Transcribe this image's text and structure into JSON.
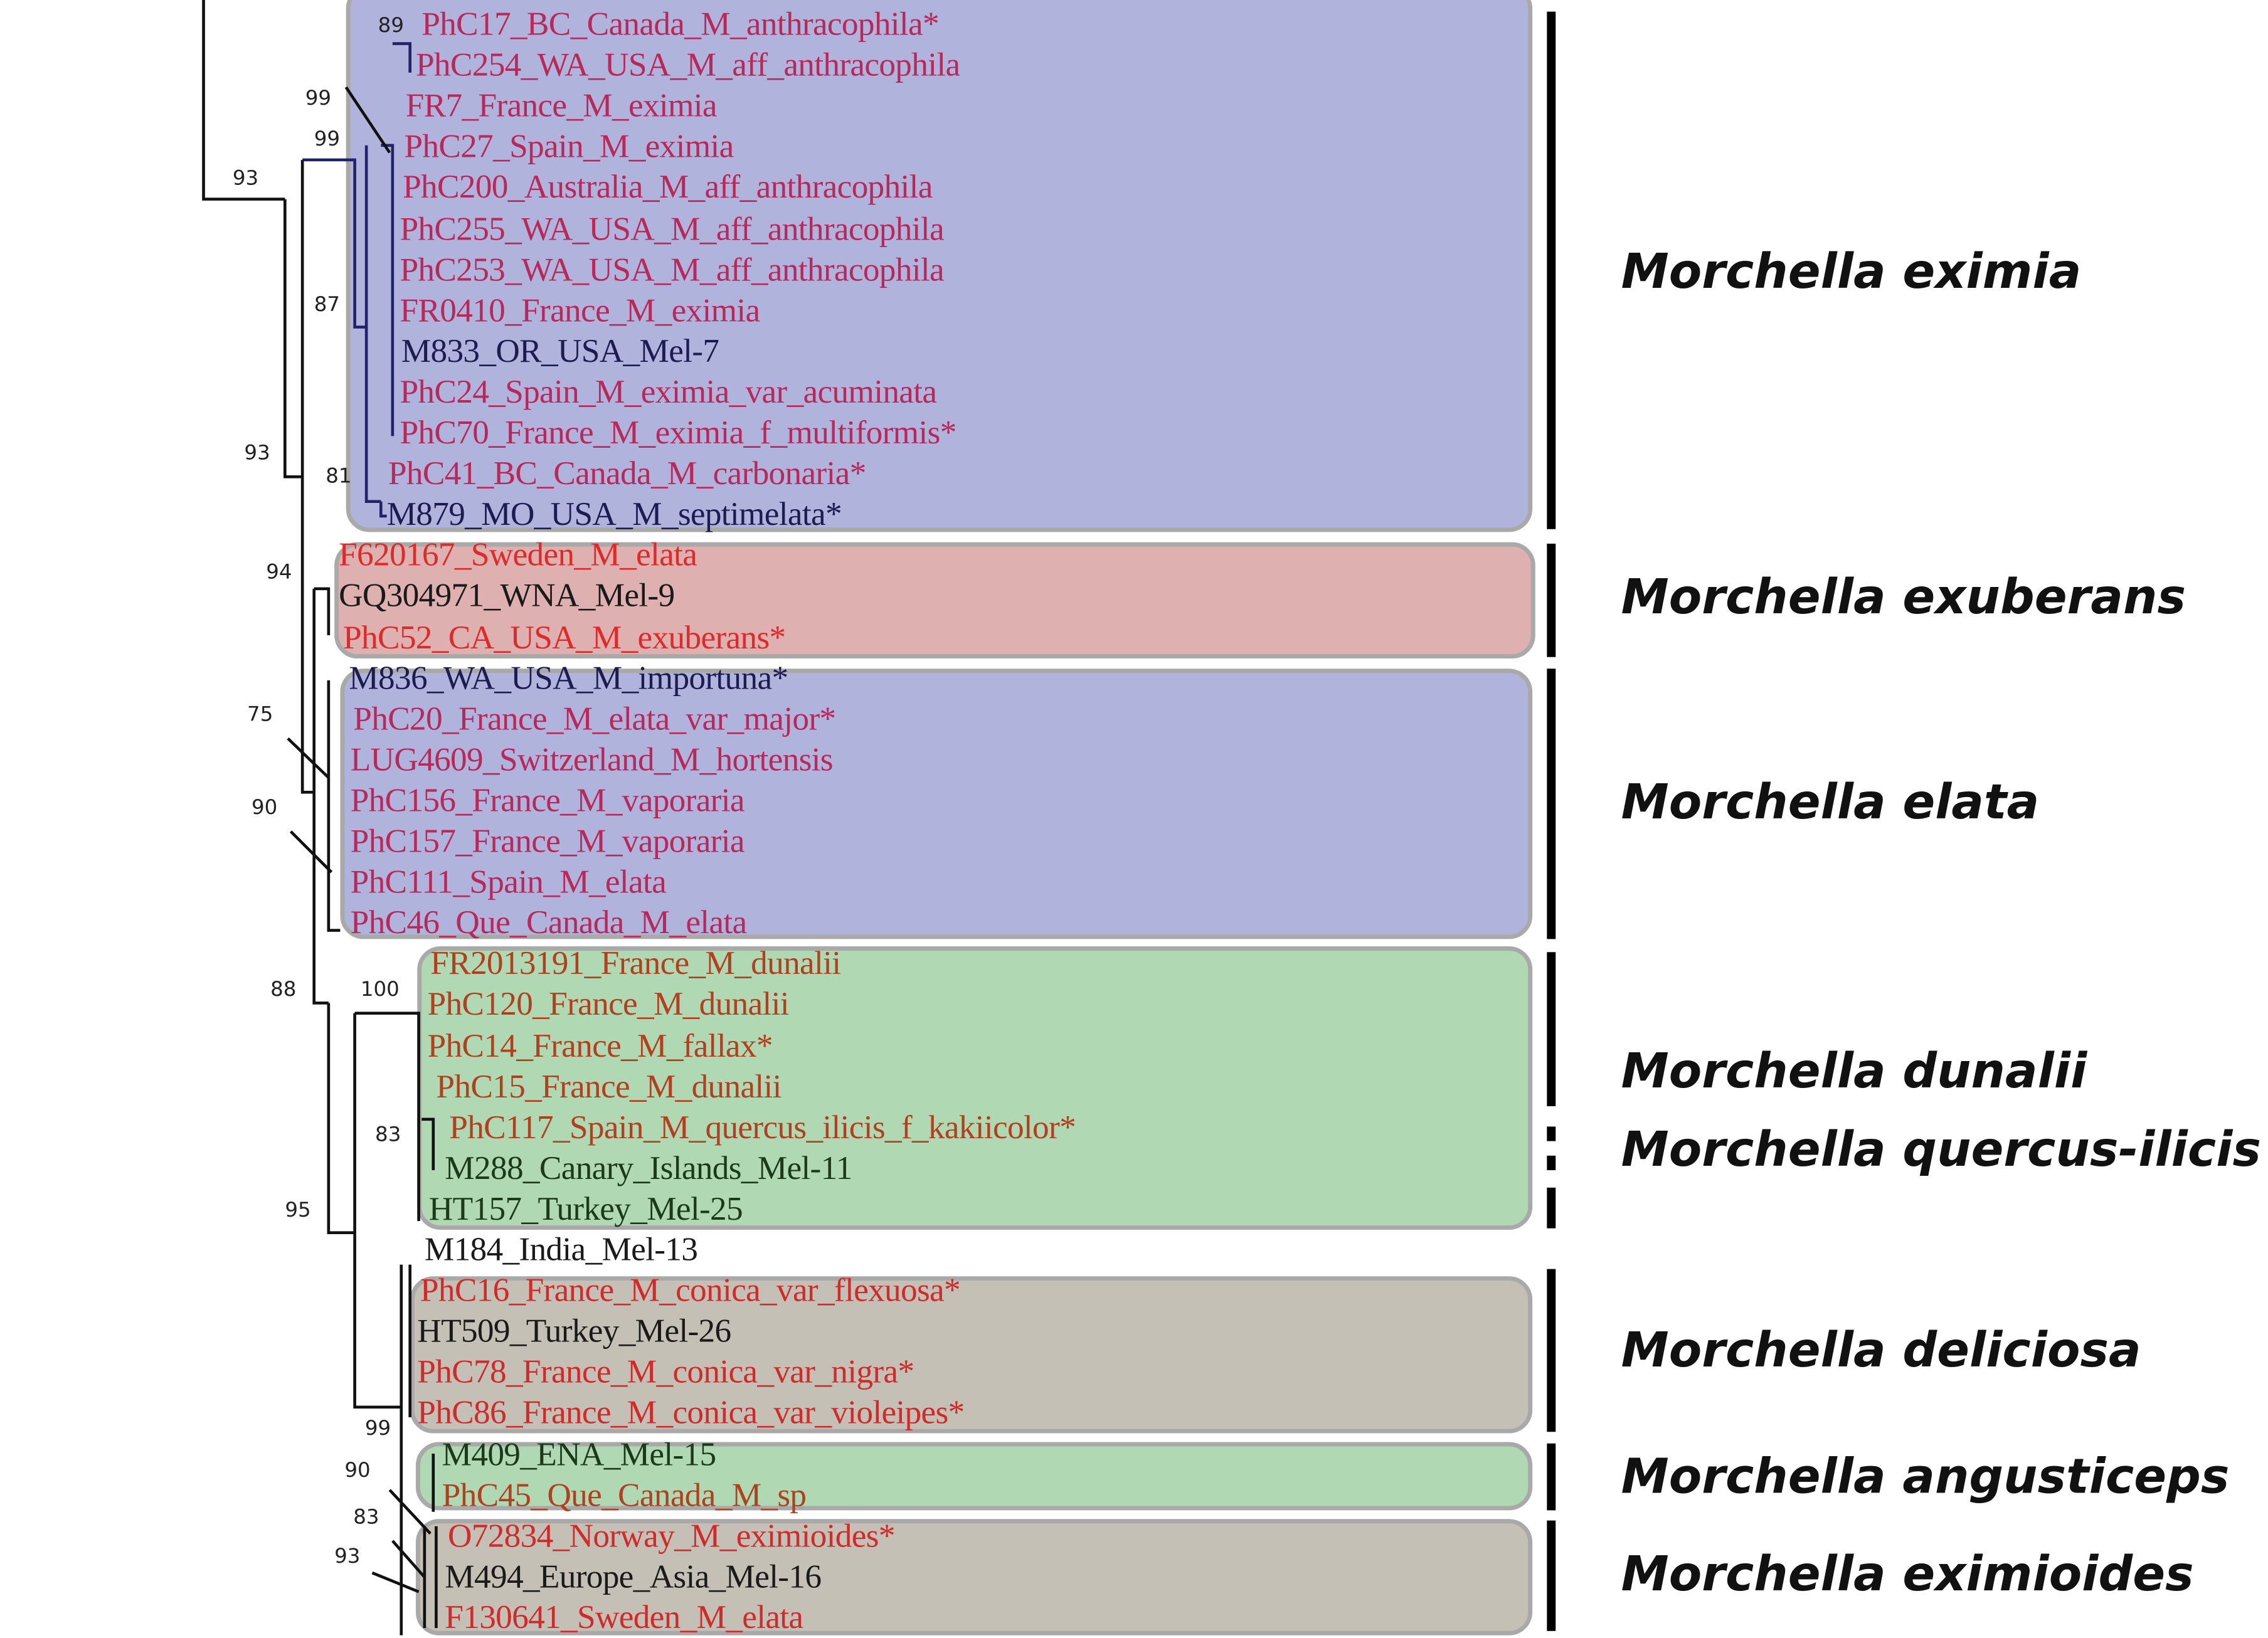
{
  "colors": {
    "eximia_box": "#b0b4dc",
    "exuberans_box": "#deb0b0",
    "elata_box": "#b0b4dc",
    "dunalii_box": "#b0d8b2",
    "deliciosa_box": "#c4c0b6",
    "angusticeps_box": "#b0d8b2",
    "eximioides_box": "#c4c0b6"
  },
  "taxa": [
    {
      "label": "PhC17_BC_Canada_M_anthracophila*",
      "color": "#b8285a"
    },
    {
      "label": "PhC254_WA_USA_M_aff_anthracophila",
      "color": "#b8285a"
    },
    {
      "label": "FR7_France_M_eximia",
      "color": "#b8285a"
    },
    {
      "label": "PhC27_Spain_M_eximia",
      "color": "#b8285a"
    },
    {
      "label": "PhC200_Australia_M_aff_anthracophila",
      "color": "#b8285a"
    },
    {
      "label": "PhC255_WA_USA_M_aff_anthracophila",
      "color": "#b8285a"
    },
    {
      "label": "PhC253_WA_USA_M_aff_anthracophila",
      "color": "#b8285a"
    },
    {
      "label": "FR0410_France_M_eximia",
      "color": "#b8285a"
    },
    {
      "label": "M833_OR_USA_Mel-7",
      "color": "#1c1c50"
    },
    {
      "label": "PhC24_Spain_M_eximia_var_acuminata",
      "color": "#b8285a"
    },
    {
      "label": "PhC70_France_M_eximia_f_multiformis*",
      "color": "#b8285a"
    },
    {
      "label": "PhC41_BC_Canada_M_carbonaria*",
      "color": "#b8285a"
    },
    {
      "label": "M879_MO_USA_M_septimelata*",
      "color": "#1c1c50"
    },
    {
      "label": "F620167_Sweden_M_elata",
      "color": "#e02a2a"
    },
    {
      "label": "GQ304971_WNA_Mel-9",
      "color": "#1a1a1a"
    },
    {
      "label": "PhC52_CA_USA_M_exuberans*",
      "color": "#e02a2a"
    },
    {
      "label": "M836_WA_USA_M_importuna*",
      "color": "#1c1c50"
    },
    {
      "label": "PhC20_France_M_elata_var_major*",
      "color": "#b8285a"
    },
    {
      "label": "LUG4609_Switzerland_M_hortensis",
      "color": "#b8285a"
    },
    {
      "label": "PhC156_France_M_vaporaria",
      "color": "#b8285a"
    },
    {
      "label": "PhC157_France_M_vaporaria",
      "color": "#b8285a"
    },
    {
      "label": "PhC111_Spain_M_elata",
      "color": "#b8285a"
    },
    {
      "label": "PhC46_Que_Canada_M_elata",
      "color": "#b8285a"
    },
    {
      "label": "FR2013191_France_M_dunalii",
      "color": "#b04020"
    },
    {
      "label": "PhC120_France_M_dunalii",
      "color": "#b04020"
    },
    {
      "label": "PhC14_France_M_fallax*",
      "color": "#b04020"
    },
    {
      "label": "PhC15_France_M_dunalii",
      "color": "#b04020"
    },
    {
      "label": "PhC117_Spain_M_quercus_ilicis_f_kakiicolor*",
      "color": "#b04020"
    },
    {
      "label": "M288_Canary_Islands_Mel-11",
      "color": "#1a3a1a"
    },
    {
      "label": "HT157_Turkey_Mel-25",
      "color": "#1a3a1a"
    },
    {
      "label": "M184_India_Mel-13",
      "color": "#1a1a1a"
    },
    {
      "label": "PhC16_France_M_conica_var_flexuosa*",
      "color": "#d02a2a"
    },
    {
      "label": "HT509_Turkey_Mel-26",
      "color": "#1a1a1a"
    },
    {
      "label": "PhC78_France_M_conica_var_nigra*",
      "color": "#d02a2a"
    },
    {
      "label": "PhC86_France_M_conica_var_violeipes*",
      "color": "#d02a2a"
    },
    {
      "label": "M409_ENA_Mel-15",
      "color": "#1a3a1a"
    },
    {
      "label": "PhC45_Que_Canada_M_sp",
      "color": "#b04020"
    },
    {
      "label": "O72834_Norway_M_eximioides*",
      "color": "#d02a2a"
    },
    {
      "label": "M494_Europe_Asia_Mel-16",
      "color": "#1a1a1a"
    },
    {
      "label": "F130641_Sweden_M_elata",
      "color": "#d02a2a"
    }
  ],
  "bootstrap": [
    "89",
    "99",
    "99",
    "93",
    "87",
    "93",
    "81",
    "94",
    "75",
    "90",
    "88",
    "100",
    "83",
    "95",
    "99",
    "90",
    "83",
    "93"
  ],
  "clades": [
    "Morchella eximia",
    "Morchella exuberans",
    "Morchella elata",
    "Morchella dunalii",
    "Morchella quercus-ilicis",
    "Morchella deliciosa",
    "Morchella angusticeps",
    "Morchella eximioides"
  ]
}
